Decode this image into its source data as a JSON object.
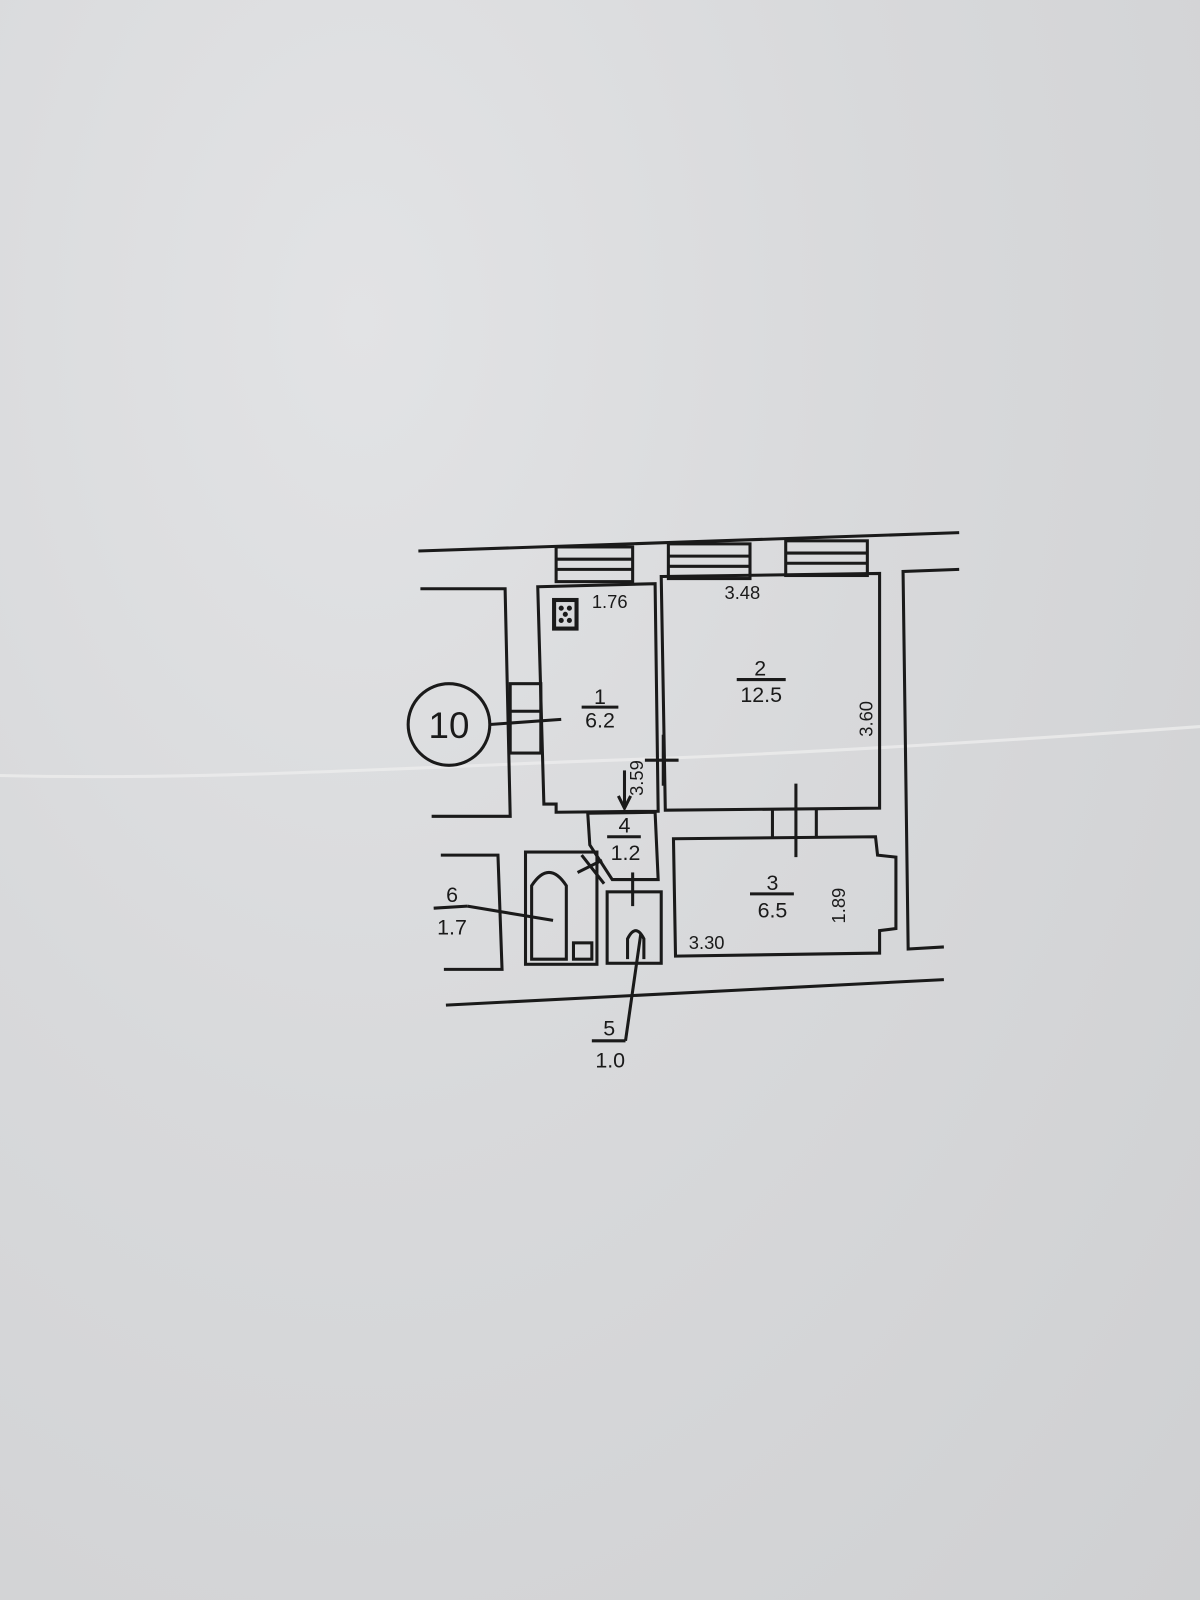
{
  "plan": {
    "apartment_number": "10",
    "rooms": [
      {
        "number": "1",
        "area": "6.2"
      },
      {
        "number": "2",
        "area": "12.5"
      },
      {
        "number": "3",
        "area": "6.5"
      },
      {
        "number": "4",
        "area": "1.2"
      },
      {
        "number": "5",
        "area": "1.0"
      },
      {
        "number": "6",
        "area": "1.7"
      }
    ],
    "dimensions": {
      "room1_width": "1.76",
      "room1_length": "3.59",
      "room2_width": "3.48",
      "room2_length": "3.60",
      "room3_width": "3.30",
      "room3_length": "1.89"
    }
  },
  "colors": {
    "paper": "#d8d9db",
    "ink": "#1a1a1a"
  }
}
